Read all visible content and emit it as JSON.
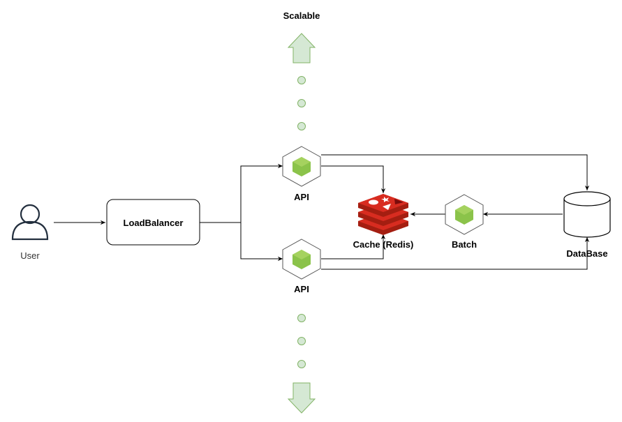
{
  "labels": {
    "scalable": "Scalable",
    "user": "User",
    "load_balancer": "LoadBalancer",
    "api_top": "API",
    "api_bottom": "API",
    "cache": "Cache (Redis)",
    "batch": "Batch",
    "database": "DataBase"
  },
  "colors": {
    "arrow_fill": "#d5e8d4",
    "arrow_stroke": "#82b366",
    "node_cube": "#8bc34a",
    "redis_red": "#c62828",
    "line": "#000000"
  },
  "icons": {
    "user": "person-icon",
    "api": "nodejs-hexagon-icon",
    "cache": "redis-icon",
    "batch": "nodejs-hexagon-icon",
    "database": "cylinder-database-icon"
  }
}
